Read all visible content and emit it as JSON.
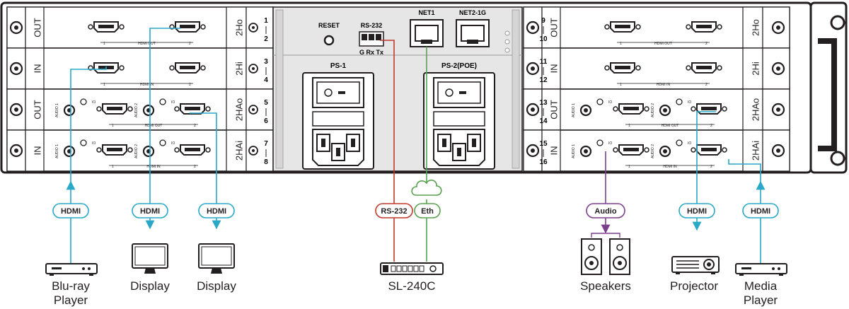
{
  "colors": {
    "hdmi": "#29a8c8",
    "rs232": "#c0392b",
    "eth": "#59a14f",
    "audio": "#7b3f8c",
    "chassis": "#231f20",
    "panel": "#e6e6e6"
  },
  "left_cards": [
    {
      "dir": "OUT",
      "type": "2Ho",
      "port1": "1",
      "port2": "2",
      "caption": "HDMI OUT",
      "audio": false,
      "slot_top": "1",
      "slot_bottom": "2"
    },
    {
      "dir": "IN",
      "type": "2Hi",
      "port1": "1",
      "port2": "2",
      "caption": "HDMI IN",
      "audio": false,
      "slot_top": "3",
      "slot_bottom": "4"
    },
    {
      "dir": "OUT",
      "type": "2HAo",
      "port1": "1",
      "port2": "2",
      "caption": "HDMI OUT",
      "audio": true,
      "audio1": "AUDIO 1",
      "audio2": "AUDIO 2",
      "io": "IO",
      "slot_top": "5",
      "slot_bottom": "6"
    },
    {
      "dir": "IN",
      "type": "2HAi",
      "port1": "1",
      "port2": "2",
      "caption": "HDMI IN",
      "audio": true,
      "audio1": "AUDIO 1",
      "audio2": "AUDIO 2",
      "io": "IO",
      "slot_top": "7",
      "slot_bottom": "8"
    }
  ],
  "right_cards": [
    {
      "dir": "OUT",
      "type": "2Ho",
      "port1": "1",
      "port2": "2",
      "caption": "HDMI OUT",
      "audio": false,
      "slot_top": "9",
      "slot_bottom": "10"
    },
    {
      "dir": "IN",
      "type": "2Hi",
      "port1": "1",
      "port2": "2",
      "caption": "HDMI IN",
      "audio": false,
      "slot_top": "11",
      "slot_bottom": "12"
    },
    {
      "dir": "OUT",
      "type": "2HAo",
      "port1": "1",
      "port2": "2",
      "caption": "HDMI OUT",
      "audio": true,
      "audio1": "AUDIO 1",
      "audio2": "AUDIO 2",
      "io": "IO",
      "slot_top": "13",
      "slot_bottom": "14"
    },
    {
      "dir": "IN",
      "type": "2HAi",
      "port1": "1",
      "port2": "2",
      "caption": "HDMI IN",
      "audio": true,
      "audio1": "AUDIO 1",
      "audio2": "AUDIO 2",
      "io": "IO",
      "slot_top": "15",
      "slot_bottom": "16"
    }
  ],
  "center": {
    "reset": "RESET",
    "rs232": "RS-232",
    "rs232_pins": "G Rx Tx",
    "net1": "NET1",
    "net2": "NET2-1G",
    "ps1": "PS-1",
    "ps2": "PS-2(POE)"
  },
  "connections": {
    "hdmi": "HDMI",
    "rs232": "RS-232",
    "eth": "Eth",
    "audio": "Audio"
  },
  "devices": {
    "bluray": [
      "Blu-ray",
      "Player"
    ],
    "display1": "Display",
    "display2": "Display",
    "controller": "SL-240C",
    "speakers": "Speakers",
    "projector": "Projector",
    "media": [
      "Media",
      "Player"
    ]
  }
}
